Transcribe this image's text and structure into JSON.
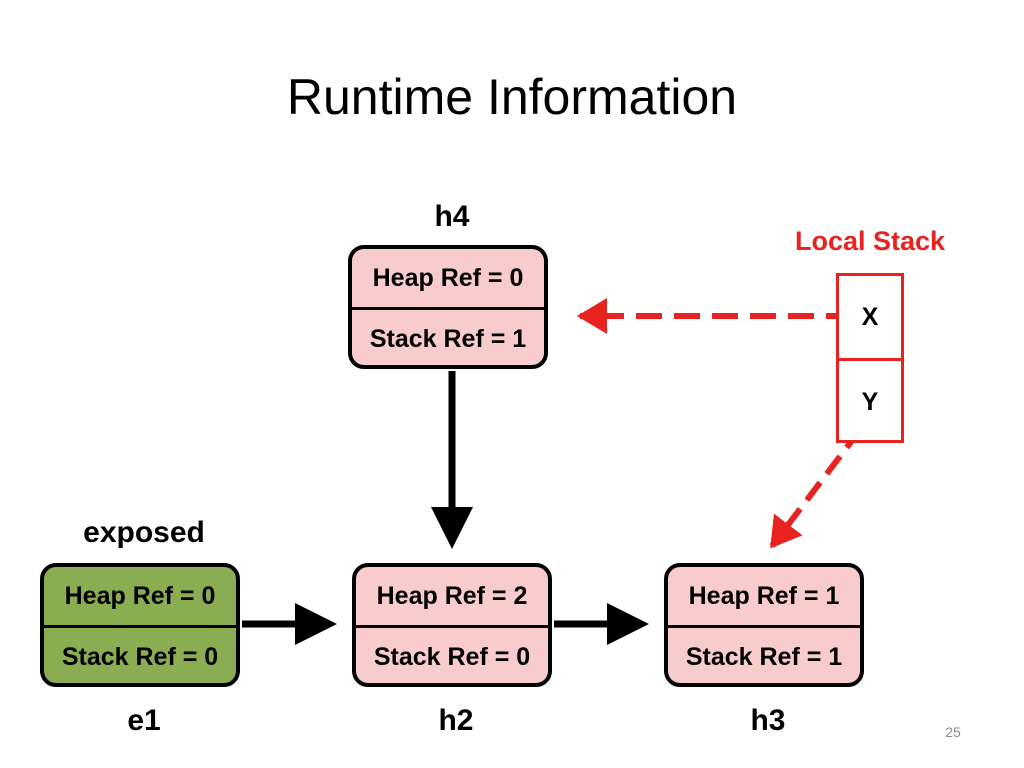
{
  "title": "Runtime Information",
  "page_number": "25",
  "colors": {
    "object_fill": "#f8cccc",
    "exposed_fill": "#8bad52",
    "stack_accent": "#e8221e",
    "outline": "#000000"
  },
  "nodes": {
    "h4": {
      "label": "h4",
      "heap_ref": "Heap Ref = 0",
      "stack_ref": "Stack Ref = 1"
    },
    "e1": {
      "label": "e1",
      "tag": "exposed",
      "heap_ref": "Heap Ref = 0",
      "stack_ref": "Stack Ref = 0"
    },
    "h2": {
      "label": "h2",
      "heap_ref": "Heap Ref = 2",
      "stack_ref": "Stack Ref = 0"
    },
    "h3": {
      "label": "h3",
      "heap_ref": "Heap Ref = 1",
      "stack_ref": "Stack Ref = 1"
    }
  },
  "local_stack": {
    "title": "Local Stack",
    "slots": [
      "X",
      "Y"
    ]
  },
  "edges": [
    {
      "from": "h4",
      "to": "h2",
      "style": "solid"
    },
    {
      "from": "e1",
      "to": "h2",
      "style": "solid"
    },
    {
      "from": "h2",
      "to": "h3",
      "style": "solid"
    },
    {
      "from": "X",
      "to": "h4",
      "style": "dashed"
    },
    {
      "from": "Y",
      "to": "h3",
      "style": "dashed"
    }
  ]
}
